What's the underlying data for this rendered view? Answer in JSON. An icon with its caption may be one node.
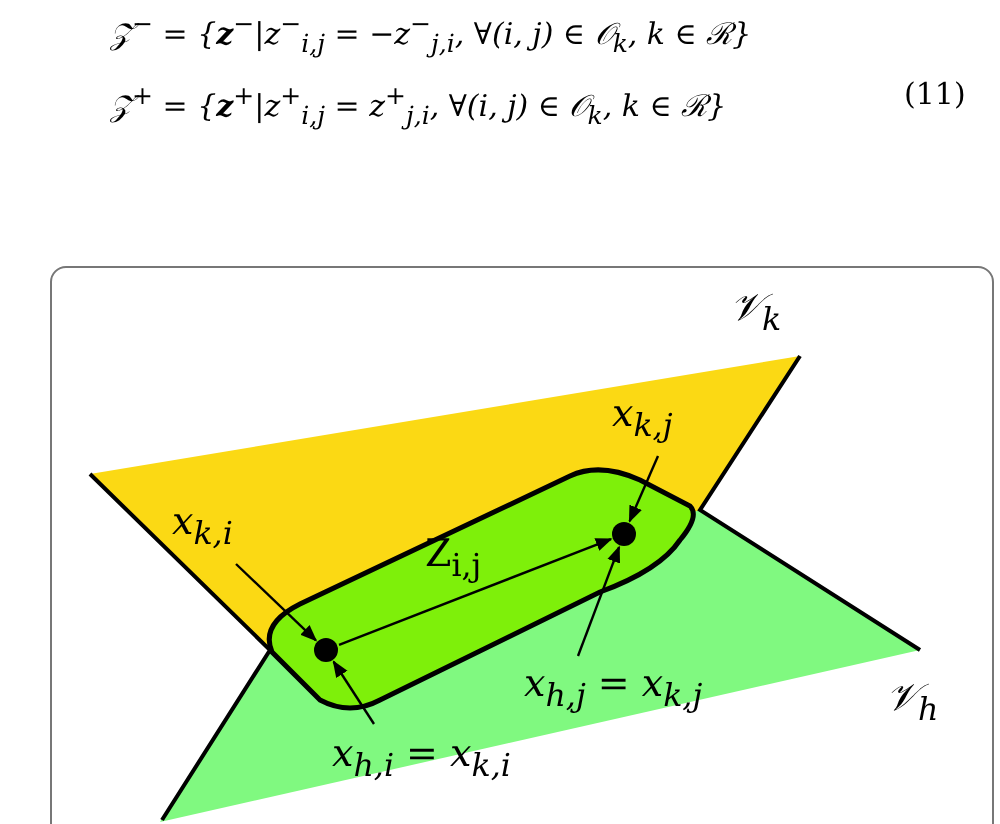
{
  "diagram": {
    "nodes": [
      {
        "text": [],
        "shape": "circle"
      },
      {
        "text": [],
        "shape": "circle"
      },
      {
        "text": [
          "x$_{k,i}$"
        ]
      },
      {
        "text": [
          "x$_{k,j}$"
        ]
      },
      {
        "text": [
          "x$_{h,i}$ = x$_{k,i}$"
        ]
      },
      {
        "text": [
          "x$_{h,j}$ = x$_{k,j}$"
        ]
      }
    ],
    "edges": [
      {
        "from": 0,
        "to": 1,
        "arrow": "to",
        "label": "Z$_{i,j}$"
      },
      {
        "from": 2,
        "to": 0,
        "arrow": "to"
      },
      {
        "from": 3,
        "to": 1,
        "arrow": "to"
      },
      {
        "from": 4,
        "to": 0,
        "arrow": "to"
      },
      {
        "from": 5,
        "to": 1,
        "arrow": "to"
      }
    ],
    "labels": [
      "𝒵$^{−}$ = {**z**$^{−}$|z$^{−}$$_{i,j}$ = −z$^{−}$$_{j,i}$, ∀(i, j) ∈ 𝒪$_{k}$, k ∈ ℛ}",
      "(11)",
      "𝒵$^{+}$ = {**z**$^{+}$|z$^{+}$$_{i,j}$ = z$^{+}$$_{j,i}$, ∀(i, j) ∈ 𝒪$_{k}$, k ∈ ℛ}",
      "𝒱$_{k}$",
      "𝒱$_{h}$"
    ]
  }
}
